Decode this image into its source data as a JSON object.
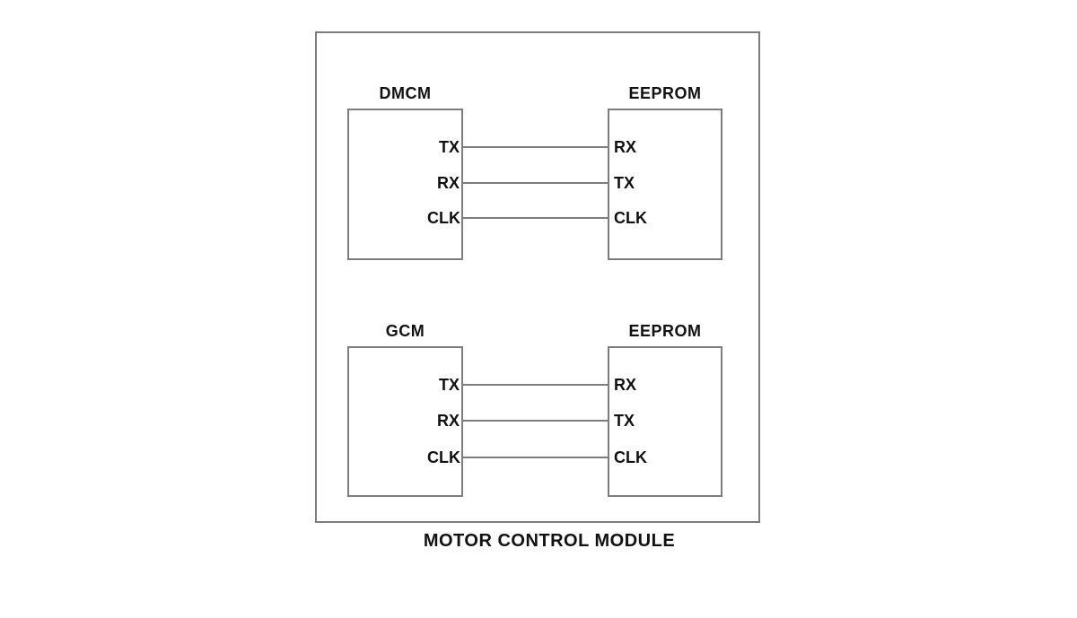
{
  "page": {
    "colors": {
      "background": "#ffffff",
      "stroke": "#7d7d7d",
      "text": "#111111"
    }
  },
  "module": {
    "caption": "MOTOR CONTROL MODULE",
    "diagrams": [
      {
        "left": {
          "title": "DMCM",
          "pins": [
            "TX",
            "RX",
            "CLK"
          ]
        },
        "right": {
          "title": "EEPROM",
          "pins": [
            "RX",
            "TX",
            "CLK"
          ]
        }
      },
      {
        "left": {
          "title": "GCM",
          "pins": [
            "TX",
            "RX",
            "CLK"
          ]
        },
        "right": {
          "title": "EEPROM",
          "pins": [
            "RX",
            "TX",
            "CLK"
          ]
        }
      }
    ]
  }
}
